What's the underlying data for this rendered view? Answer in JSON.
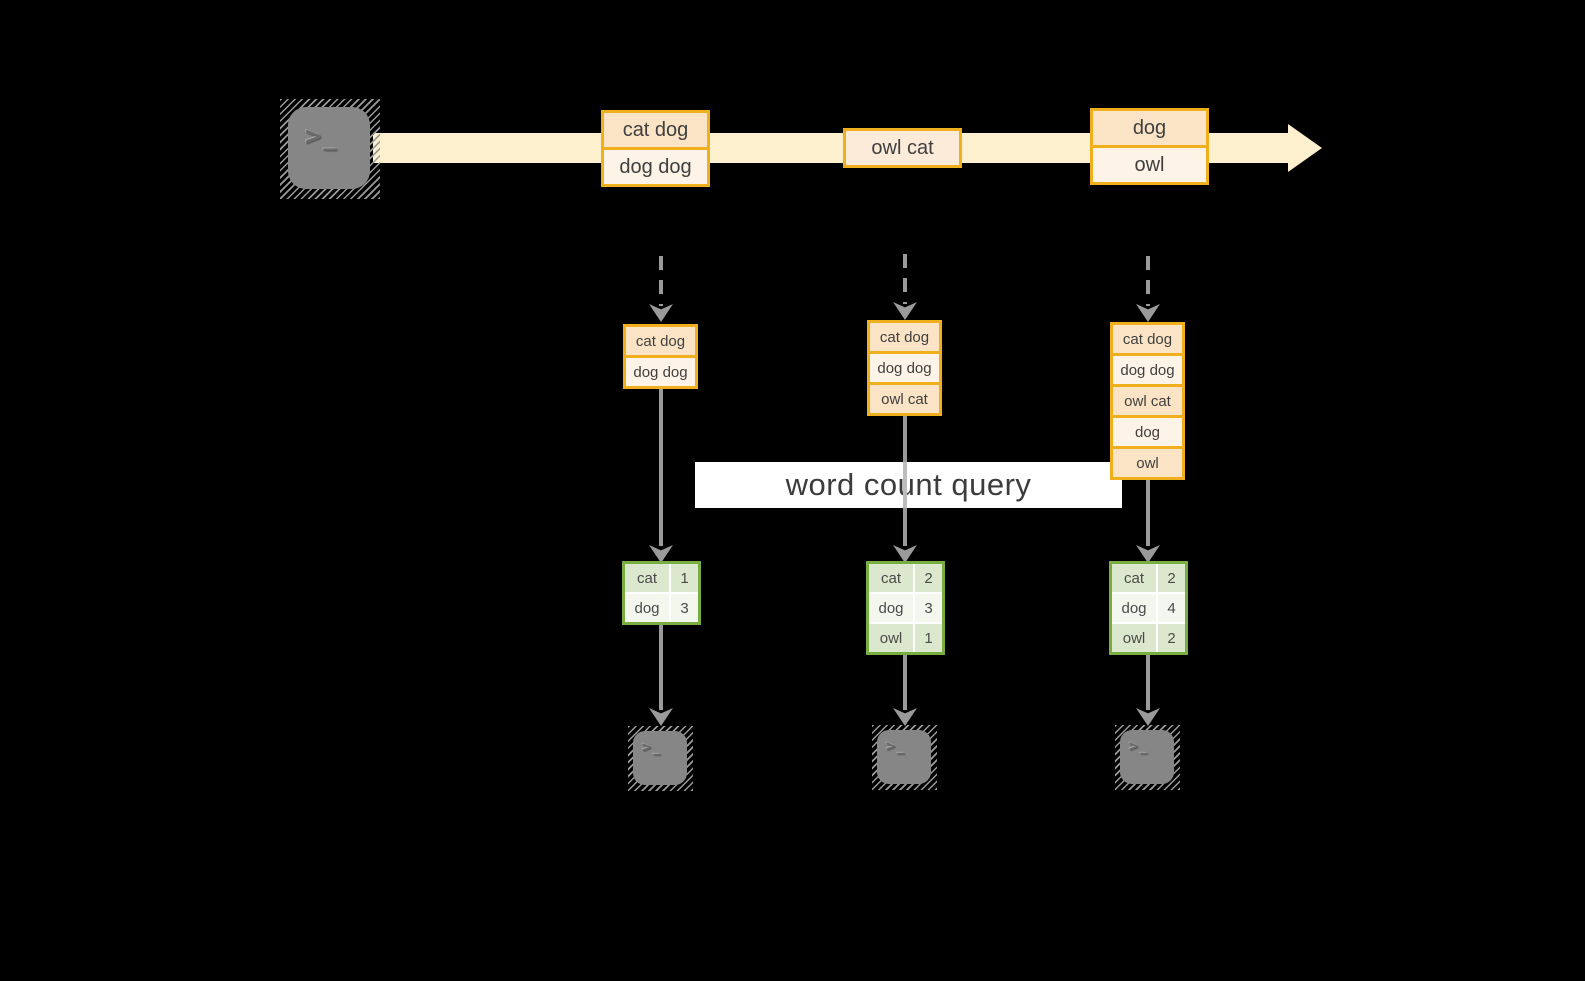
{
  "banner": {
    "label": "word count query"
  },
  "icons": {
    "prompt_chevron": ">",
    "prompt_underscore": "_"
  },
  "colors": {
    "amber_border": "#F0B01E",
    "peach_fill": "#FBE4C6",
    "cream_fill": "#FDF3E6",
    "stream_band": "#FCF0CE",
    "green_border": "#77AD43",
    "green_fill": "#DCE8CE",
    "green_fill_light": "#F3F7EE",
    "arrow_gray": "#9A9A9A",
    "banner_bg": "#FFFFFF",
    "text": "#3F3F3F"
  },
  "stream": {
    "batches": [
      {
        "items": [
          "cat dog",
          "dog dog"
        ]
      },
      {
        "items": [
          "owl cat"
        ]
      },
      {
        "items": [
          "dog",
          "owl"
        ]
      }
    ]
  },
  "columns": [
    {
      "buffer": [
        "cat dog",
        "dog dog"
      ],
      "counts": [
        {
          "word": "cat",
          "value": "1"
        },
        {
          "word": "dog",
          "value": "3"
        }
      ]
    },
    {
      "buffer": [
        "cat dog",
        "dog dog",
        "owl cat"
      ],
      "counts": [
        {
          "word": "cat",
          "value": "2"
        },
        {
          "word": "dog",
          "value": "3"
        },
        {
          "word": "owl",
          "value": "1"
        }
      ]
    },
    {
      "buffer": [
        "cat dog",
        "dog dog",
        "owl cat",
        "dog",
        "owl"
      ],
      "counts": [
        {
          "word": "cat",
          "value": "2"
        },
        {
          "word": "dog",
          "value": "4"
        },
        {
          "word": "owl",
          "value": "2"
        }
      ]
    }
  ]
}
